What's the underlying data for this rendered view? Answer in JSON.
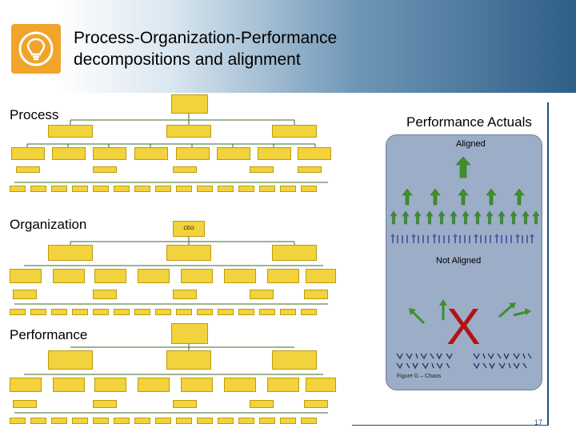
{
  "header": {
    "title_line1": "Process-Organization-Performance",
    "title_line2": "decompositions and alignment"
  },
  "icon": {
    "name": "lightbulb-icon",
    "color": "#f1a42b"
  },
  "labels": {
    "process": "Process",
    "organization": "Organization",
    "performance": "Performance",
    "performance_actuals": "Performance Actuals"
  },
  "alignment_panel": {
    "aligned": "Aligned",
    "not_aligned": "Not Aligned",
    "x_mark": "X",
    "figure_caption": "Figure G – Chaos"
  },
  "org_chart": {
    "ceo": "CEO"
  },
  "colors": {
    "box_fill": "#f3d33d",
    "arrow_green": "#3f8f2c",
    "panel": "#9cadc8",
    "x_red": "#b01515"
  },
  "page_number": "17"
}
